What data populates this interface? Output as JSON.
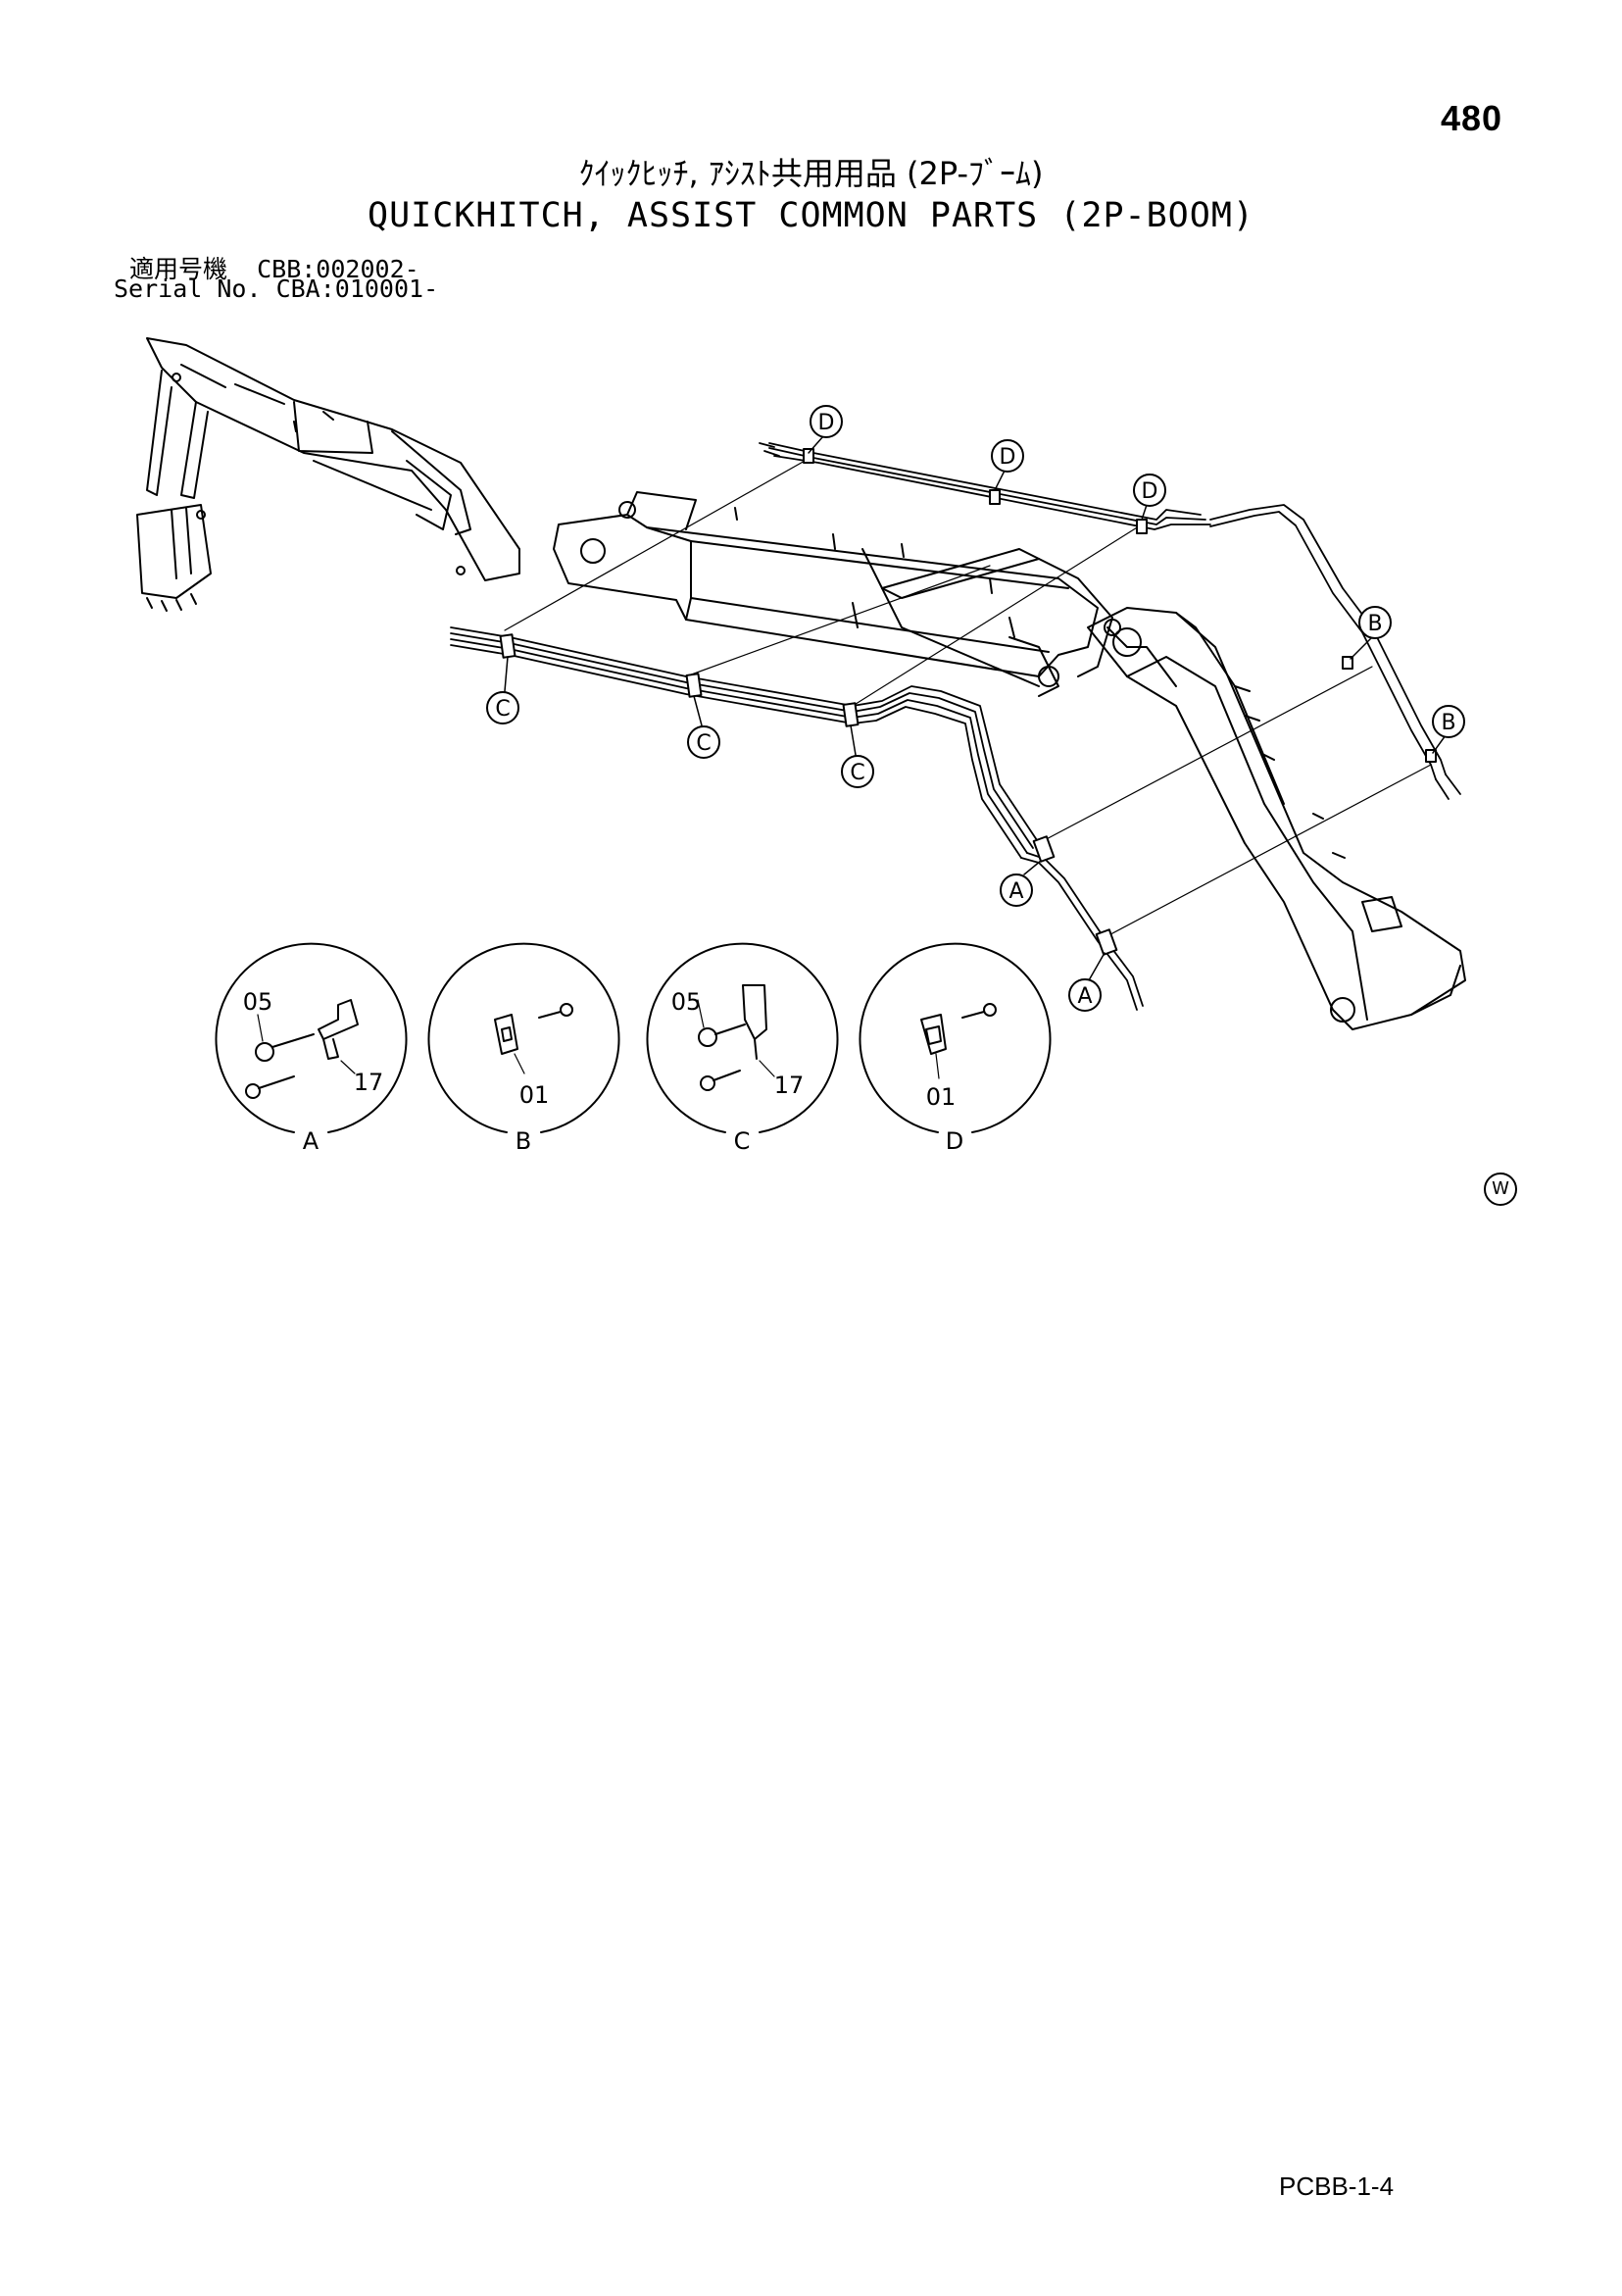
{
  "header": {
    "page_number": "480",
    "title_jp": "ｸｲｯｸﾋｯﾁ, ｱｼｽﾄ共用用品 (2P-ﾌﾞｰﾑ)",
    "title_en": "QUICKHITCH, ASSIST COMMON PARTS (2P-BOOM)",
    "serial_line_1": "適用号機  CBB:002002-",
    "serial_line_2": "Serial No. CBA:010001-"
  },
  "callouts": {
    "d1": "D",
    "d2": "D",
    "d3": "D",
    "b1": "B",
    "b2": "B",
    "c1": "C",
    "c2": "C",
    "c3": "C",
    "a1": "A",
    "a2": "A"
  },
  "details": {
    "a": {
      "letter": "A",
      "part_top": "05",
      "part_bottom": "17"
    },
    "b": {
      "letter": "B",
      "part": "01"
    },
    "c": {
      "letter": "C",
      "part_top": "05",
      "part_bottom": "17"
    },
    "d": {
      "letter": "D",
      "part": "01"
    }
  },
  "footer": {
    "watermark_symbol": "W",
    "page_code": "PCBB-1-4"
  }
}
